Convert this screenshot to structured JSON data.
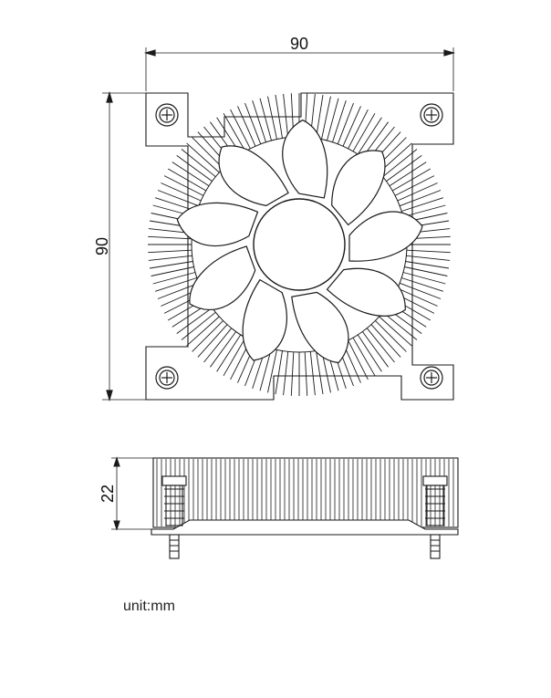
{
  "dimensions": {
    "top_width": "90",
    "top_height": "90",
    "side_height": "22"
  },
  "unit_label": "unit:mm",
  "views": [
    "top-view",
    "side-view"
  ],
  "colors": {
    "line": "#1a1a1a",
    "background": "#ffffff"
  }
}
